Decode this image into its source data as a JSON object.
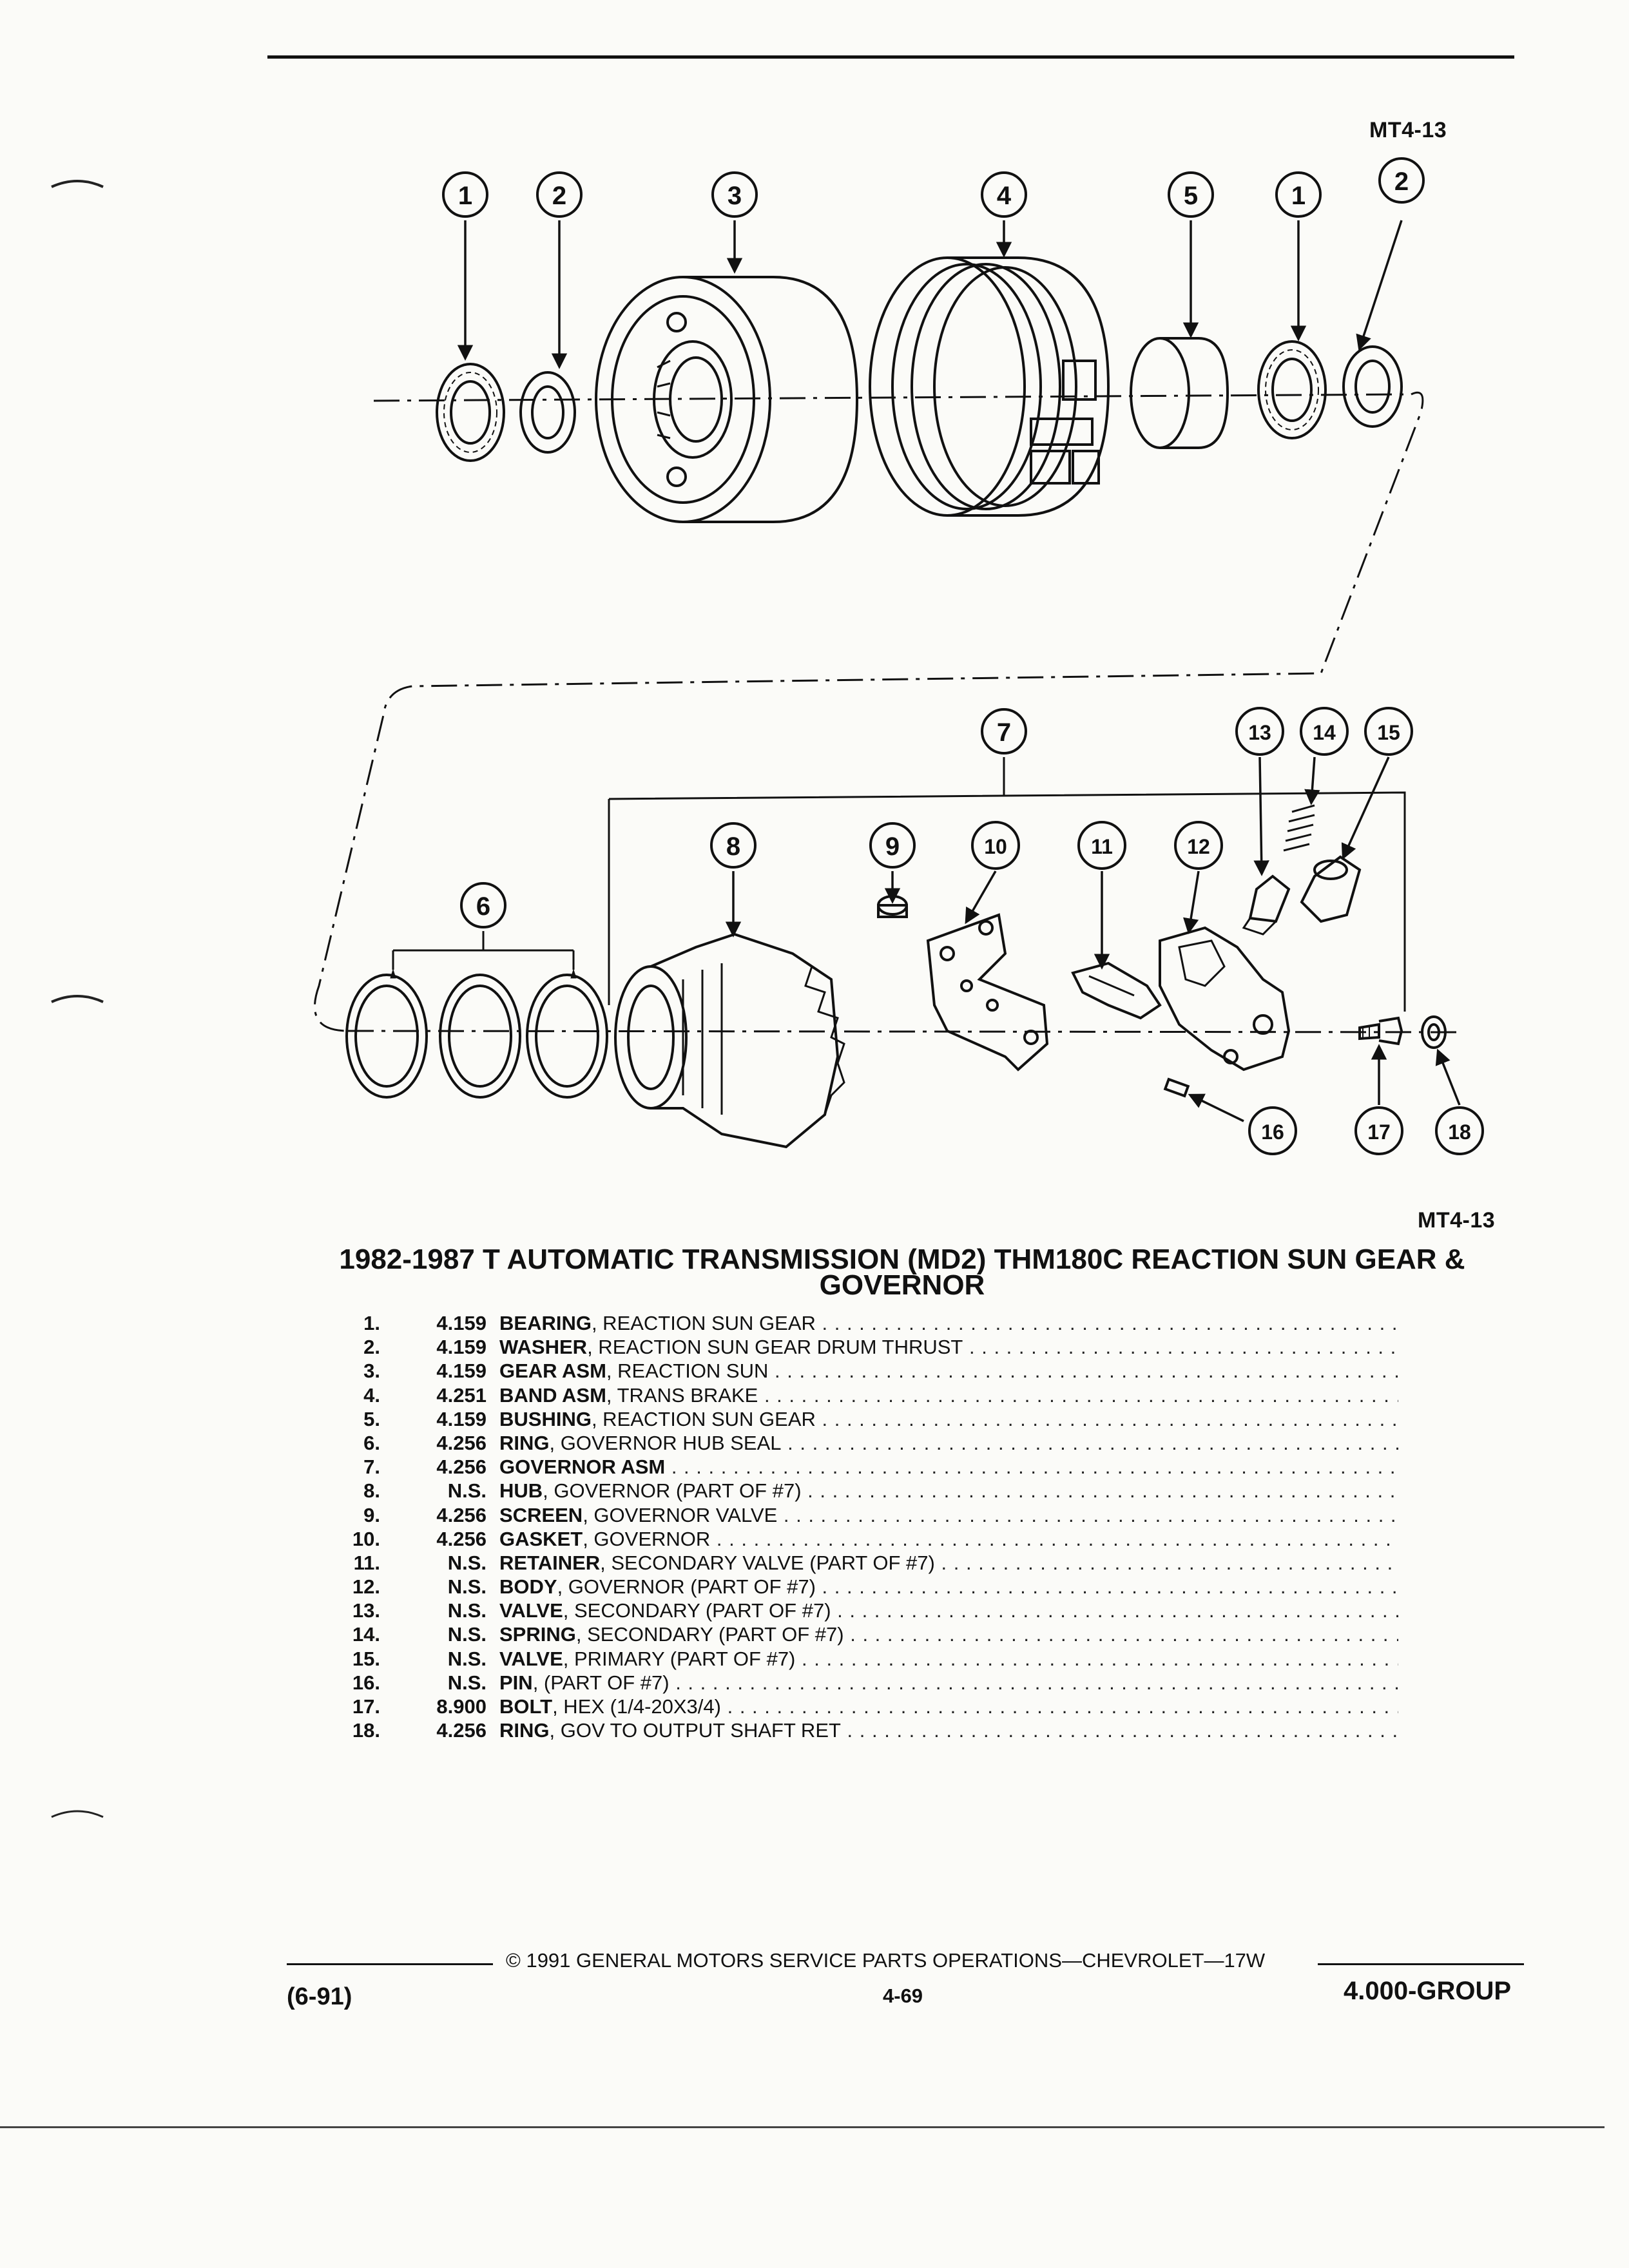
{
  "figure_code": "MT4-13",
  "callouts": [
    "1",
    "2",
    "3",
    "4",
    "5",
    "1",
    "2",
    "7",
    "13",
    "14",
    "15",
    "8",
    "9",
    "10",
    "11",
    "12",
    "6",
    "16",
    "17",
    "18"
  ],
  "title": "1982-1987 T AUTOMATIC TRANSMISSION (MD2) THM180C REACTION SUN GEAR & GOVERNOR",
  "parts": [
    {
      "num": "1.",
      "group": "4.159",
      "name": "BEARING",
      "desc": ", REACTION SUN GEAR"
    },
    {
      "num": "2.",
      "group": "4.159",
      "name": "WASHER",
      "desc": ", REACTION SUN GEAR DRUM THRUST"
    },
    {
      "num": "3.",
      "group": "4.159",
      "name": "GEAR ASM",
      "desc": ", REACTION SUN"
    },
    {
      "num": "4.",
      "group": "4.251",
      "name": "BAND ASM",
      "desc": ", TRANS BRAKE"
    },
    {
      "num": "5.",
      "group": "4.159",
      "name": "BUSHING",
      "desc": ", REACTION SUN GEAR"
    },
    {
      "num": "6.",
      "group": "4.256",
      "name": "RING",
      "desc": ", GOVERNOR HUB SEAL"
    },
    {
      "num": "7.",
      "group": "4.256",
      "name": "GOVERNOR ASM",
      "desc": ""
    },
    {
      "num": "8.",
      "group": "N.S.",
      "name": "HUB",
      "desc": ", GOVERNOR (PART OF #7)"
    },
    {
      "num": "9.",
      "group": "4.256",
      "name": "SCREEN",
      "desc": ", GOVERNOR VALVE"
    },
    {
      "num": "10.",
      "group": "4.256",
      "name": "GASKET",
      "desc": ", GOVERNOR"
    },
    {
      "num": "11.",
      "group": "N.S.",
      "name": "RETAINER",
      "desc": ", SECONDARY VALVE (PART OF #7)"
    },
    {
      "num": "12.",
      "group": "N.S.",
      "name": "BODY",
      "desc": ", GOVERNOR (PART OF #7)"
    },
    {
      "num": "13.",
      "group": "N.S.",
      "name": "VALVE",
      "desc": ", SECONDARY (PART OF #7)"
    },
    {
      "num": "14.",
      "group": "N.S.",
      "name": "SPRING",
      "desc": ", SECONDARY (PART OF #7)"
    },
    {
      "num": "15.",
      "group": "N.S.",
      "name": "VALVE",
      "desc": ", PRIMARY (PART OF #7)"
    },
    {
      "num": "16.",
      "group": "N.S.",
      "name": "PIN",
      "desc": ", (PART OF #7)"
    },
    {
      "num": "17.",
      "group": "8.900",
      "name": "BOLT",
      "desc": ", HEX (1/4-20X3/4)"
    },
    {
      "num": "18.",
      "group": "4.256",
      "name": "RING",
      "desc": ", GOV TO OUTPUT SHAFT RET"
    }
  ],
  "footer": {
    "copyright": "© 1991 GENERAL MOTORS SERVICE PARTS OPERATIONS—CHEVROLET—17W",
    "date_code": "(6-91)",
    "page": "4-69",
    "group": "4.000-GROUP"
  }
}
